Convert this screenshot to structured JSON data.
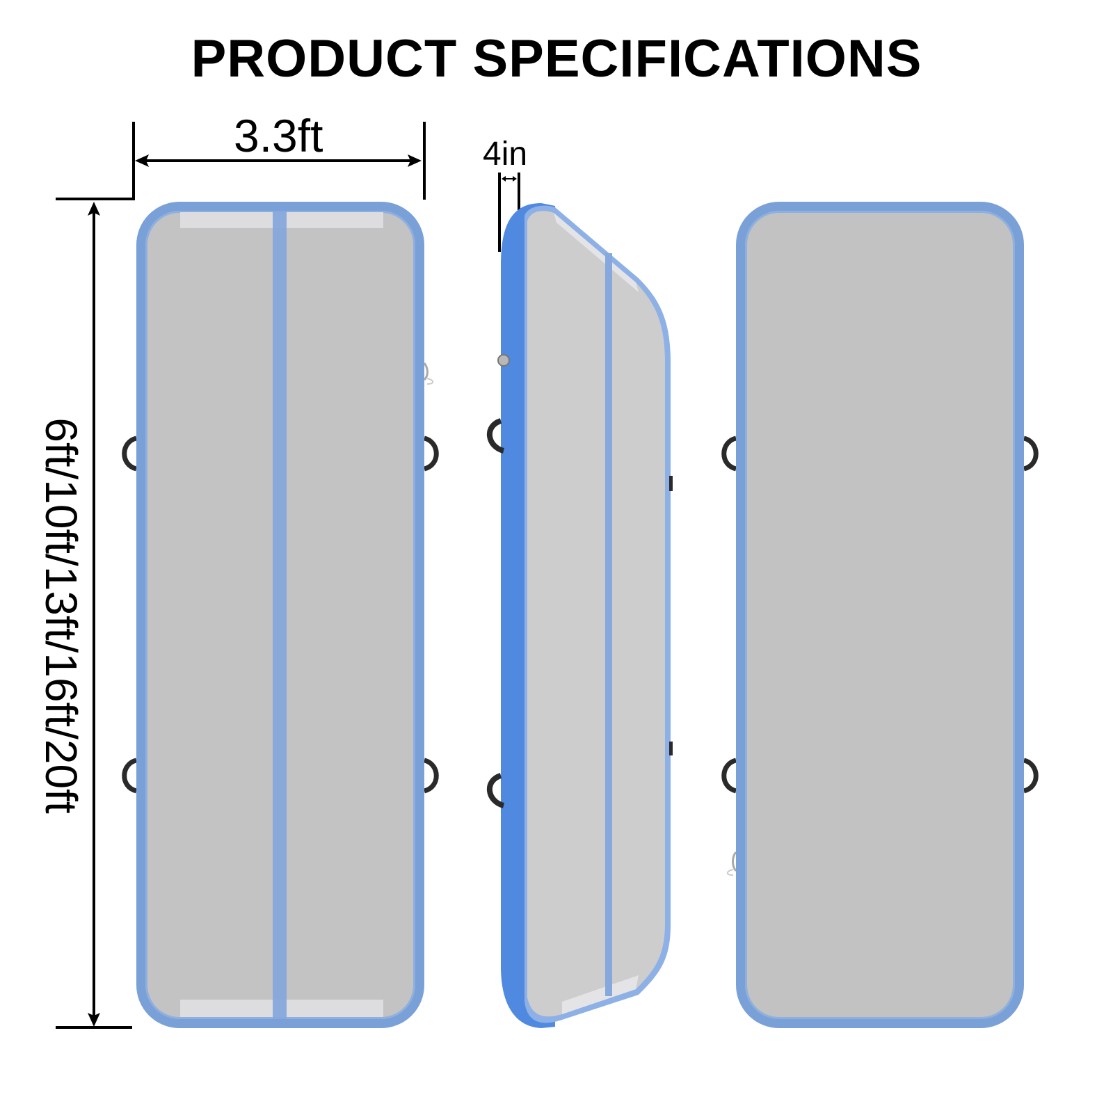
{
  "title": "PRODUCT SPECIFICATIONS",
  "dimensions": {
    "width": {
      "label": "3.3ft"
    },
    "thickness": {
      "label": "4in"
    },
    "length": {
      "label": "6ft/10ft/13ft/16ft/20ft",
      "options": [
        "6ft",
        "10ft",
        "13ft",
        "16ft",
        "20ft"
      ]
    }
  },
  "views": [
    {
      "name": "top-view",
      "description": "Air track mat top view with center stripe"
    },
    {
      "name": "side-view",
      "description": "Air track mat angled side view with valve and handles"
    },
    {
      "name": "bottom-view",
      "description": "Air track mat plain view with side handles"
    }
  ],
  "colors": {
    "mat_surface": "#c3c3c3",
    "mat_border": "#7aa0d8",
    "side_blue": "#4f8ae0",
    "stripe": "#86a8dc",
    "handle": "#2a2a2a",
    "text": "#000000"
  }
}
